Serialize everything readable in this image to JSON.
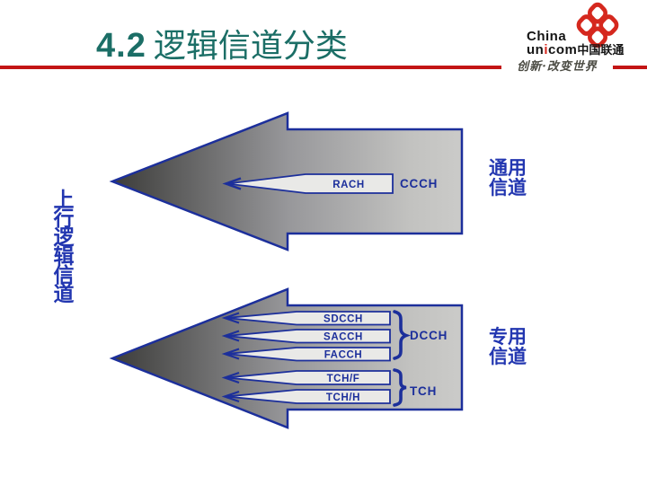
{
  "slide": {
    "title": {
      "number": "4.2",
      "text": "逻辑信道分类"
    },
    "colors": {
      "title_teal": "#1b6e66",
      "header_rule_red": "#c31515",
      "navy_outline": "#1c2f9b",
      "blue_label": "#2236b0",
      "arrow_gradient_dark": "#3c3c3a",
      "arrow_gradient_light": "#cbcbc9",
      "inner_arrow_fill": "#e9e9e7",
      "logo_red": "#d5281e"
    }
  },
  "logo": {
    "icon": "unicom-knot-icon",
    "brand_line1": "China",
    "brand_un": "un",
    "brand_i": "i",
    "brand_com": "com",
    "brand_cn": "中国联通",
    "slogan": "创新·改变世界"
  },
  "diagram": {
    "side_label_vertical": "上行逻辑信道",
    "common_group": {
      "title": "通用\n信道",
      "label": "CCCH",
      "channels": [
        "RACH"
      ]
    },
    "dedicated_group": {
      "title": "专用\n信道",
      "subgroups": [
        {
          "label": "DCCH",
          "channels": [
            "SDCCH",
            "SACCH",
            "FACCH"
          ]
        },
        {
          "label": "TCH",
          "channels": [
            "TCH/F",
            "TCH/H"
          ]
        }
      ]
    }
  }
}
